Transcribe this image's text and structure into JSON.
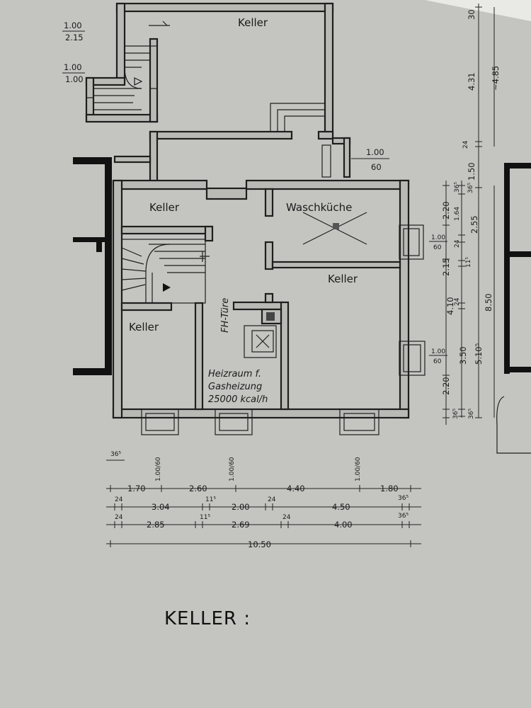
{
  "plan": {
    "title": "KELLER :",
    "rooms": {
      "keller_top": "Keller",
      "keller_left_upper": "Keller",
      "waschkueche": "Waschküche",
      "keller_right": "Keller",
      "keller_left_lower": "Keller",
      "heizraum_line1": "Heizraum f.",
      "heizraum_line2": "Gasheizung",
      "heizraum_line3": "25000 kcal/h",
      "fh_tuere": "FH-Türe"
    },
    "window_marks": {
      "top_left_a_num": "1.00",
      "top_left_a_den": "2.15",
      "top_left_b_num": "1.00",
      "top_left_b_den": "1.00",
      "mid_num": "1.00",
      "mid_den": "60",
      "right_upper_num": "1.00",
      "right_upper_den": "60",
      "right_lower_num": "1.00",
      "right_lower_den": "60"
    },
    "bottom_window_marks": [
      "1.00/60",
      "1.00/60",
      "1.00/60"
    ],
    "dim_rows": {
      "row0_label": "36⁵",
      "row1": [
        "1.70",
        "2.60",
        "4.40",
        "1.80"
      ],
      "row2": [
        "24",
        "3.04",
        "11⁵",
        "2.00",
        "24",
        "4.50",
        "36⁵"
      ],
      "row3": [
        "24",
        "2.85",
        "11⁵",
        "2.69",
        "24",
        "4.00",
        "36⁵"
      ],
      "total": "10.50"
    },
    "right_dims": {
      "col_outer": [
        "30",
        "4.31",
        "~4.85",
        "24",
        "1.50",
        "8.50"
      ],
      "col_mid": [
        "36⁵",
        "1.64",
        "2.55",
        "24",
        "11⁵",
        "4.10",
        "24",
        "3.50",
        "5.10⁵",
        "36⁵"
      ],
      "col_inner": [
        "2.20",
        "36⁵",
        "2.15",
        "2.20",
        "36⁵"
      ]
    }
  }
}
